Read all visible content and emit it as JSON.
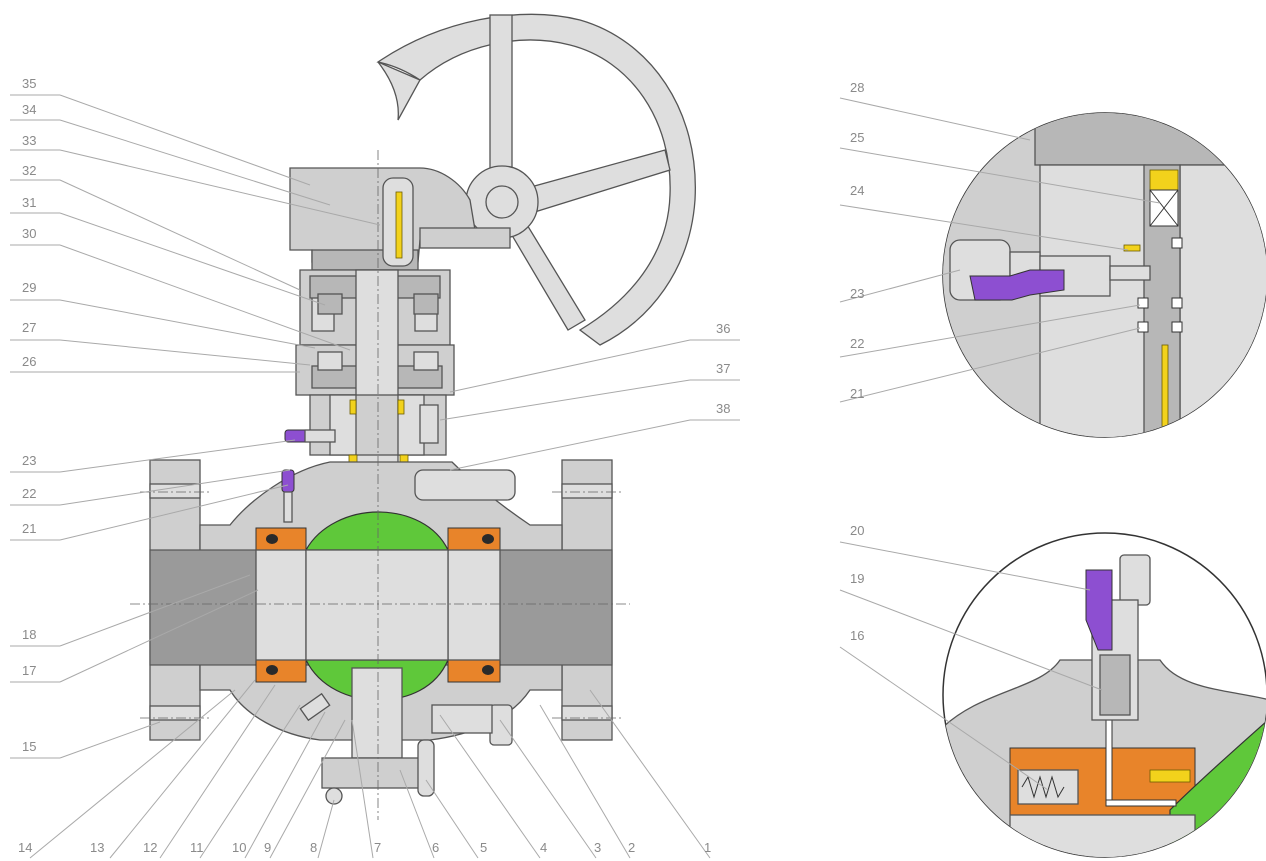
{
  "callouts_left": [
    {
      "id": "c35",
      "label": "35"
    },
    {
      "id": "c34",
      "label": "34"
    },
    {
      "id": "c33",
      "label": "33"
    },
    {
      "id": "c32",
      "label": "32"
    },
    {
      "id": "c31",
      "label": "31"
    },
    {
      "id": "c30",
      "label": "30"
    },
    {
      "id": "c29",
      "label": "29"
    },
    {
      "id": "c27",
      "label": "27"
    },
    {
      "id": "c26",
      "label": "26"
    },
    {
      "id": "c23",
      "label": "23"
    },
    {
      "id": "c22",
      "label": "22"
    },
    {
      "id": "c21",
      "label": "21"
    },
    {
      "id": "c18",
      "label": "18"
    },
    {
      "id": "c17",
      "label": "17"
    },
    {
      "id": "c15",
      "label": "15"
    }
  ],
  "callouts_right_main": [
    {
      "id": "c36",
      "label": "36"
    },
    {
      "id": "c37",
      "label": "37"
    },
    {
      "id": "c38",
      "label": "38"
    }
  ],
  "callouts_bottom": [
    {
      "id": "b14",
      "label": "14"
    },
    {
      "id": "b13",
      "label": "13"
    },
    {
      "id": "b12",
      "label": "12"
    },
    {
      "id": "b11",
      "label": "11"
    },
    {
      "id": "b10",
      "label": "10"
    },
    {
      "id": "b9",
      "label": "9"
    },
    {
      "id": "b8",
      "label": "8"
    },
    {
      "id": "b7",
      "label": "7"
    },
    {
      "id": "b6",
      "label": "6"
    },
    {
      "id": "b5",
      "label": "5"
    },
    {
      "id": "b4",
      "label": "4"
    },
    {
      "id": "b3",
      "label": "3"
    },
    {
      "id": "b2",
      "label": "2"
    },
    {
      "id": "b1",
      "label": "1"
    }
  ],
  "detail_top_callouts": [
    {
      "id": "d28",
      "label": "28"
    },
    {
      "id": "d25",
      "label": "25"
    },
    {
      "id": "d24",
      "label": "24"
    },
    {
      "id": "d23",
      "label": "23"
    },
    {
      "id": "d22",
      "label": "22"
    },
    {
      "id": "d21",
      "label": "21"
    }
  ],
  "detail_bottom_callouts": [
    {
      "id": "e20",
      "label": "20"
    },
    {
      "id": "e19",
      "label": "19"
    },
    {
      "id": "e16",
      "label": "16"
    }
  ],
  "colors": {
    "body_metal": "#cfcfcf",
    "bore": "#9a9a9a",
    "seat_ring": "#e8842a",
    "ball": "#5fc83a",
    "packing": "#f2d21c",
    "injector": "#8d4fd1"
  },
  "icons": [
    "handwheel",
    "bolt",
    "nut",
    "grease-injector",
    "ball",
    "seat-ring"
  ]
}
